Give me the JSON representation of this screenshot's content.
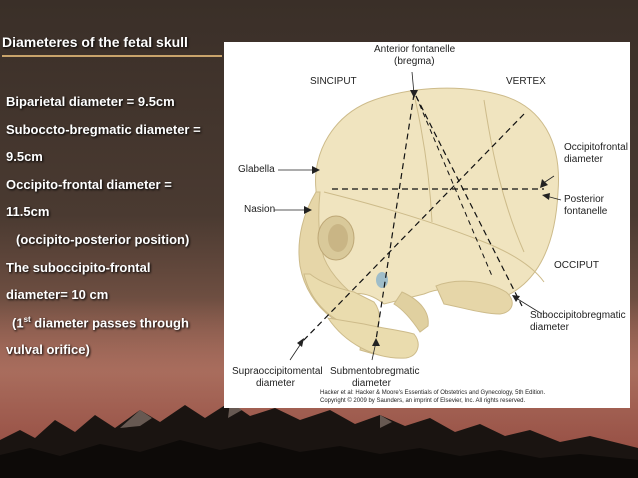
{
  "slide": {
    "title": "Diameteres of the fetal skull",
    "lines": [
      "Biparietal diameter = 9.5cm",
      "Suboccto-bregmatic diameter =",
      "9.5cm",
      "Occipito-frontal diameter =",
      "11.5cm",
      "(occipito-posterior position)",
      "The suboccipito-frontal",
      "diameter= 10 cm",
      "(1",
      "st",
      " diameter passes through",
      "vulval orifice)"
    ]
  },
  "figure": {
    "labels": {
      "anterior_fontanelle": "Anterior fontanelle",
      "bregma": "(bregma)",
      "sinciput": "SINCIPUT",
      "vertex": "VERTEX",
      "occipitofrontal": "Occipitofrontal",
      "diameter": "diameter",
      "glabella": "Glabella",
      "nasion": "Nasion",
      "posterior": "Posterior",
      "fontanelle": "fontanelle",
      "occiput": "OCCIPUT",
      "suboccipitobregmatic": "Suboccipitobregmatic",
      "supraoccipitomental": "Supraoccipitomental",
      "submentobregmatic": "Submentobregmatic"
    },
    "credit_line1": "Hacker et al: Hacker & Moore's Essentials of Obstetrics and Gynecology, 5th Edition.",
    "credit_line2": "Copyright © 2009 by Saunders, an imprint of Elsevier, Inc. All rights reserved."
  },
  "colors": {
    "bone": "#f0e4bf",
    "bone_shade": "#d9c99a",
    "title_underline": "#c9a46b"
  }
}
